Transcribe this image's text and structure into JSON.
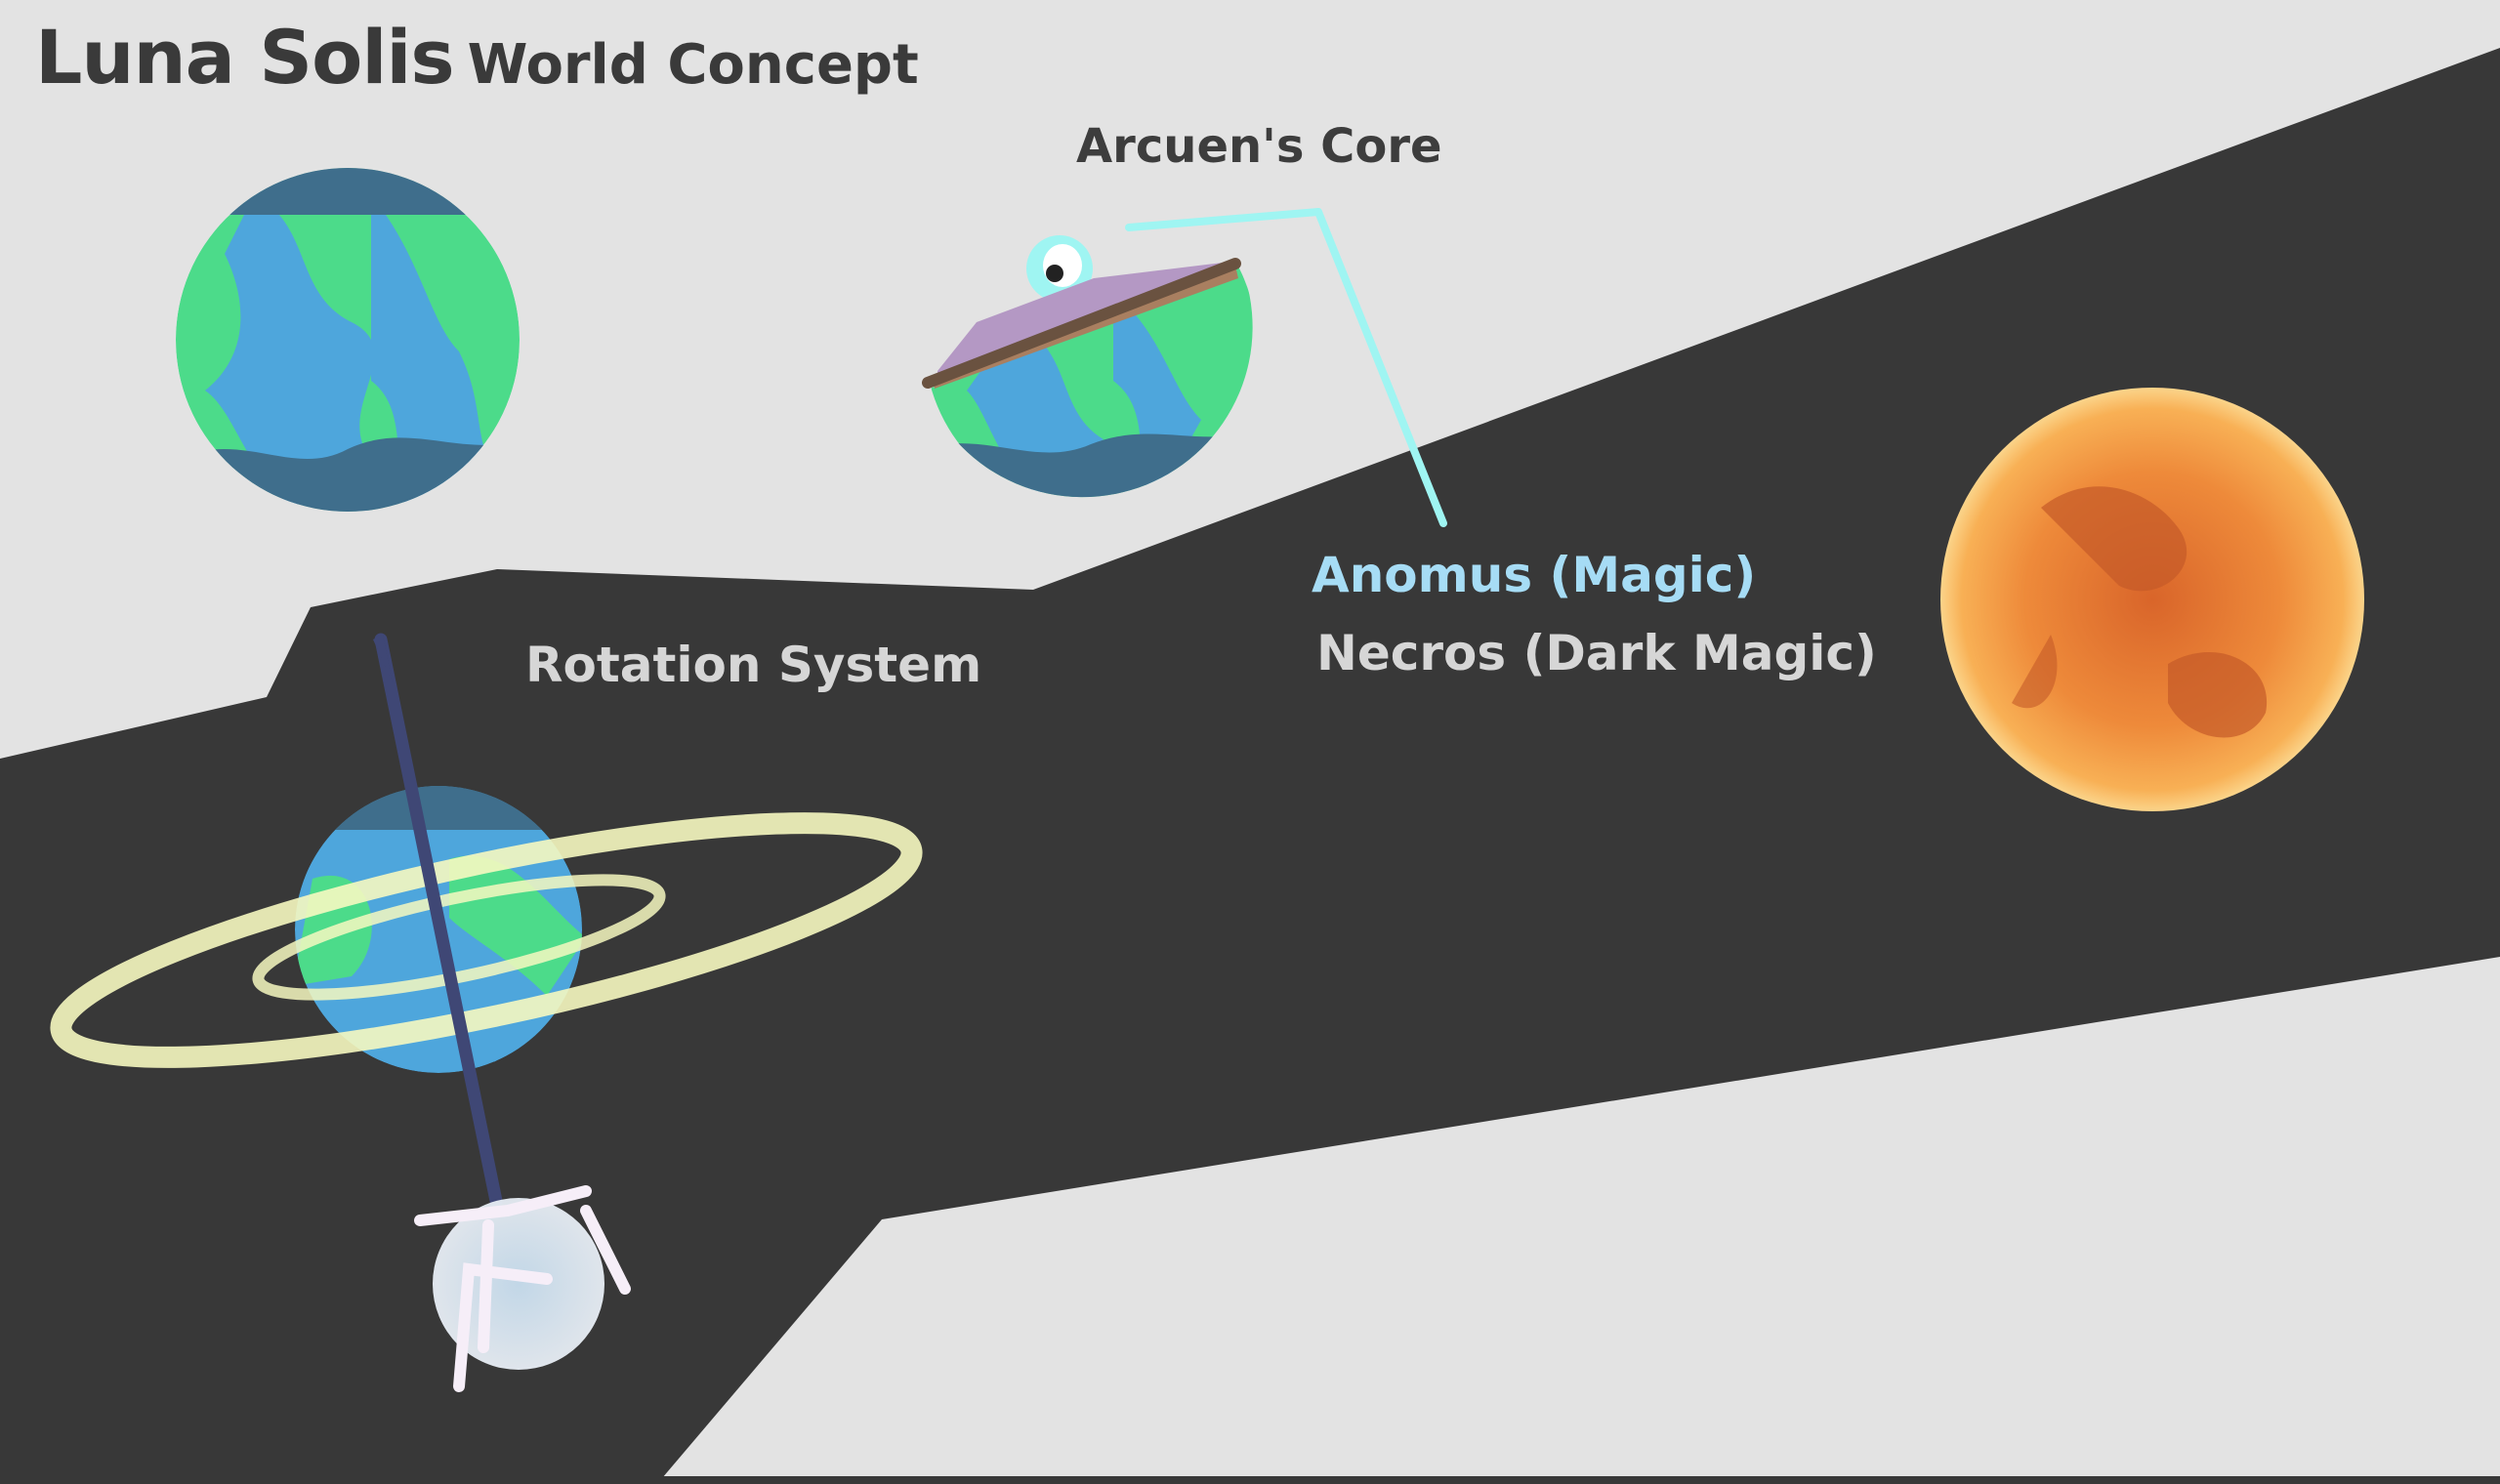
{
  "title": {
    "main": "Luna Solis",
    "sub": "World Concept"
  },
  "labels": {
    "arcuens_core": "Arcuen's Core",
    "rotation_system": "Rotation System",
    "anomus": "Anomus (Magic)",
    "necros": "Necros (Dark Magic)"
  },
  "colors": {
    "background": "#e3e3e3",
    "band": "#383838",
    "ocean": "#4ea6dc",
    "land": "#4cdb8a",
    "polar": "#3f6e8c",
    "callout": "#9ff5f2",
    "ring": "#f6f8c0",
    "axis": "#3f4775",
    "sun": "#f5a040"
  }
}
